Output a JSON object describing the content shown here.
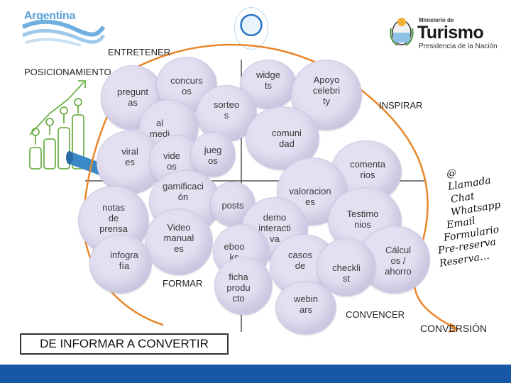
{
  "header": {
    "left_logo_text": "Argentina",
    "ministry_small": "Ministerio de",
    "ministry_big": "Turismo",
    "ministry_sub": "Presidencia de la Nación"
  },
  "axes": {
    "entretener": "ENTRETENER",
    "posicionamiento": "POSICIONAMIENTO",
    "inspirar": "INSPIRAR",
    "formar": "FORMAR",
    "convencer": "CONVENCER",
    "conversion": "CONVERSIÓN"
  },
  "bubbles": [
    {
      "key": "preguntas",
      "text": "pregunt\nas"
    },
    {
      "key": "concursos",
      "text": "concurs\nos"
    },
    {
      "key": "widgets",
      "text": "widge\nts"
    },
    {
      "key": "apoyo",
      "text": "Apoyo\ncelebri\nty"
    },
    {
      "key": "sorteos",
      "text": "sorteo\ns"
    },
    {
      "key": "social",
      "text": "al\nmedi"
    },
    {
      "key": "comunidad",
      "text": "comuni\ndad"
    },
    {
      "key": "viral",
      "text": "viral\nes"
    },
    {
      "key": "videos",
      "text": "vide\nos"
    },
    {
      "key": "juegos",
      "text": "jueg\nos"
    },
    {
      "key": "comentarios",
      "text": "comenta\nrios"
    },
    {
      "key": "gamificacion",
      "text": "gamificaci\nón"
    },
    {
      "key": "valoraciones",
      "text": "valoracion\nes"
    },
    {
      "key": "notas",
      "text": "notas\nde\nprensa"
    },
    {
      "key": "posts",
      "text": "posts"
    },
    {
      "key": "demo",
      "text": "demo\ninteracti\nva"
    },
    {
      "key": "testimonios",
      "text": "Testimo\nnios"
    },
    {
      "key": "video_manuales",
      "text": "Video\nmanual\nes"
    },
    {
      "key": "ebooks",
      "text": "eboo\nks"
    },
    {
      "key": "infografia",
      "text": "infogra\nfía"
    },
    {
      "key": "casos",
      "text": "casos\nde"
    },
    {
      "key": "calculo",
      "text": "Cálcul\nos /\nahorro"
    },
    {
      "key": "checklist",
      "text": "checkli\nst"
    },
    {
      "key": "ficha",
      "text": "ficha\nprodu\ncto"
    },
    {
      "key": "webinars",
      "text": "webin\nars"
    }
  ],
  "handwritten_list": [
    "@",
    "Llamada",
    "Chat",
    "Whatsapp",
    "Email",
    "Formulario",
    "Pre-reserva",
    "Reserva…"
  ],
  "footer_box": "DE INFORMAR A CONVERTIR",
  "colors": {
    "accent_line": "#e8862a",
    "axis": "#555555",
    "bubble": "#e3e0f1",
    "footer": "#1657a8"
  }
}
